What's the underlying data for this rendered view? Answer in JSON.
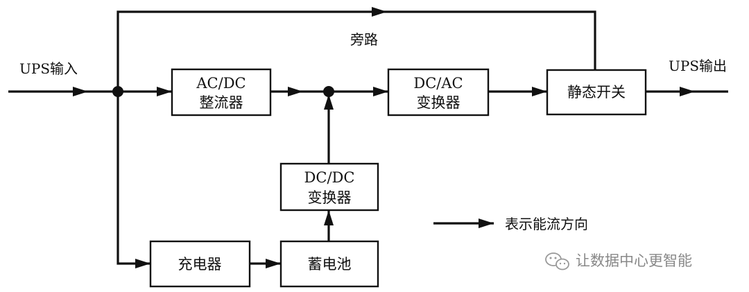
{
  "diagram": {
    "input_label": "UPS输入",
    "output_label": "UPS输出",
    "bypass_label": "旁路",
    "blocks": {
      "rectifier": [
        "AC/DC",
        "整流器"
      ],
      "inverter": [
        "DC/AC",
        "变换器"
      ],
      "static_switch": "静态开关",
      "dcdc": [
        "DC/DC",
        "变换器"
      ],
      "charger": "充电器",
      "battery": "蓄电池"
    },
    "legend_label": "表示能流方向"
  },
  "watermark": {
    "text": "让数据中心更智能",
    "icon": "wechat-icon"
  },
  "colors": {
    "line": "#111111",
    "watermark": "#888888",
    "background": "#ffffff"
  }
}
